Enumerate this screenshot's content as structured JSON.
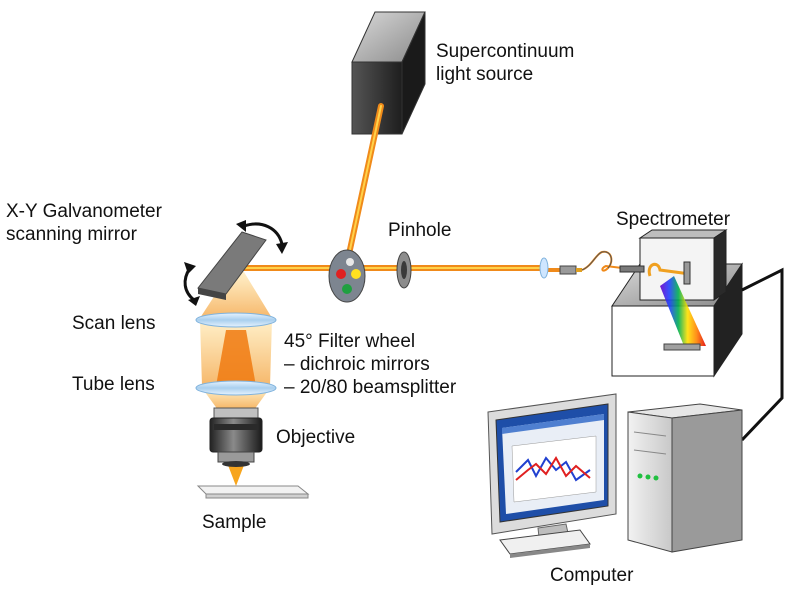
{
  "labels": {
    "light_source": [
      "Supercontinuum",
      "light source"
    ],
    "galvo": [
      "X-Y Galvanometer",
      "scanning mirror"
    ],
    "pinhole": "Pinhole",
    "spectrometer": "Spectrometer",
    "scan_lens": "Scan lens",
    "tube_lens": "Tube lens",
    "filter_wheel": [
      "45° Filter wheel",
      "– dichroic mirrors",
      "– 20/80 beamsplitter"
    ],
    "objective": "Objective",
    "sample": "Sample",
    "computer": "Computer"
  },
  "colors": {
    "beam": "#f08a1a",
    "beam_core": "#ffd24a",
    "housing": "#2e2e2e",
    "lens": "#a9cfee",
    "screen_bg": "#e9eef6",
    "signal_red": "#e02020",
    "signal_blue": "#2040d0"
  }
}
